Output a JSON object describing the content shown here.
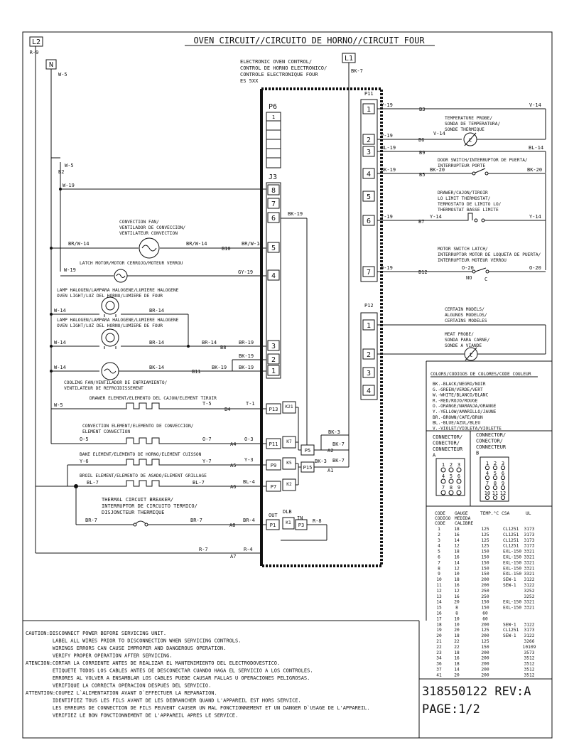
{
  "title": "OVEN CIRCUIT//CIRCUITO DE HORNO//CIRCUIT FOUR",
  "lines": {
    "l2": "L2",
    "l1": "L1",
    "n": "N",
    "r9": "R-9",
    "w5": "W-5",
    "bk7": "BK-7"
  },
  "control": {
    "label": [
      "ELECTRONIC OVEN CONTROL/",
      "CONTROL DE HORNO ELECTRONICO/",
      "CONTROLE ELECTRONIQUE FOUR",
      "ES 5XX"
    ],
    "p6": "P6",
    "j3": "J3",
    "p11": "P11",
    "p12": "P12",
    "p6_pin": "1",
    "j3_pins": [
      "8",
      "7",
      "6",
      "5",
      "4",
      "3",
      "2",
      "1"
    ],
    "p11_pins": [
      "1",
      "2",
      "3",
      "4",
      "5",
      "6",
      "7"
    ],
    "p12_pins": [
      "1",
      "2",
      "3",
      "4"
    ]
  },
  "components": {
    "conv_fan": [
      "CONVECTION FAN/",
      "VENTILADOR DE CONVECCION/",
      "VENTILATEUR CONVECTION"
    ],
    "latch": "LATCH MOTOR/MOTOR CERROJO/MOTEUR VERROU",
    "lamp1": [
      "LAMP HALOGEN/LAMPARA HALOGENE/LUMIERE HALOGENE",
      "OVEN LIGHT/LUZ DEL HORNO/LUMIERE DE FOUR"
    ],
    "lamp2": [
      "LAMP HALOGEN/LAMPARA HALOGENE/LUMIERE HALOGENE",
      "OVEN LIGHT/LUZ DEL HORNO/LUMIERE DE FOUR"
    ],
    "cool_fan": [
      "COOLING FAN/VENTILADOR DE ENFRIAMIENTO/",
      "VENTILATEUR DE REFROIDISSEMENT"
    ],
    "drawer": "DRAWER ELEMENT/ELEMENTO DEL CAJON/ELEMENT TIROIR",
    "conv_el": [
      "CONVECTION ELEMENT/ELEMENTO DE CONVECCION/",
      "ELEMENT CONVECTION"
    ],
    "bake": "BAKE ELEMENT/ELEMENTO DE HORNO/ELEMENT CUISSON",
    "broil": "BROIL ELEMENT/ELEMENTO DE ASADO/ELEMENT GRILLAGE",
    "tcb": [
      "THERMAL CIRCUIT BREAKER/",
      "INTERRUPTOR DE CIRCUITO TERMICO/",
      "DISJONCTEUR THERMIQUE"
    ],
    "probe": [
      "TEMPERATURE PROBE/",
      "SONDA DE TEMPERATURA/",
      "SONDE THERMIQUE"
    ],
    "door": [
      "DOOR SWITCH/INTERRUPTOR DE PUERTA/",
      "INTERRUPTEUR PORTE"
    ],
    "dthermo": [
      "DRAWER/CAJON/TIROIR",
      "LO LIMIT THERMOSTAT/",
      "TERMOSTATO DE LIMITO LO/",
      "THERMOSTAT BASSE LIMITE"
    ],
    "msl": [
      "MOTOR SWITCH LATCH/",
      "INTERRUPTOR MOTOR DE LOQUETA DE PUERTA/",
      "INTERRUPTEUR MOTEUR VERROU"
    ],
    "certain": [
      "CERTAIN MODELS/",
      "ALGUNOS MODELOS/",
      "CERTAINS MODELES"
    ],
    "meat": [
      "MEAT PROBE/",
      "SONDA PARA CARNE/",
      "SONDE A VIANDE"
    ],
    "t_symbol": "t",
    "no": "NO",
    "c": "C",
    "out": "OUT",
    "dlb": "DLB",
    "in": "IN"
  },
  "wires": {
    "w14": "W-14",
    "w19": "W-19",
    "w5": "W-5",
    "brw14": "BR/W-14",
    "gy19": "GY-19",
    "br14": "BR-14",
    "br19": "BR-19",
    "bk14": "BK-14",
    "bk19": "BK-19",
    "t5": "T-5",
    "t1": "T-1",
    "o5": "O-5",
    "o7": "O-7",
    "o3": "O-3",
    "y6": "Y-6",
    "y7": "Y-7",
    "y3": "Y-3",
    "bl7": "BL-7",
    "bl4": "BL-4",
    "br7": "BR-7",
    "br4": "BR-4",
    "r8": "R-8",
    "r7": "R-7",
    "r4": "R-4",
    "bk3": "BK-3",
    "bk7": "BK-7",
    "v19": "V-19",
    "v14": "V-14",
    "bl19": "BL-19",
    "bl14": "BL-14",
    "bk20": "BK-20",
    "y14": "Y-14",
    "y19": "Y-19",
    "o19": "O-19",
    "o20": "O-20"
  },
  "nodes": {
    "b2": "B2",
    "b3": "B3",
    "b4": "B4",
    "b5": "B5",
    "b6": "B6",
    "b7": "B7",
    "b8": "B8",
    "b9": "B9",
    "b10": "B10",
    "b11": "B11",
    "b12": "B12",
    "a1": "A1",
    "a2": "A2",
    "a4": "A4",
    "a5": "A5",
    "a6": "A6",
    "a7": "A7",
    "a8": "A8",
    "p13": "P13",
    "p11r": "P11",
    "p9": "P9",
    "p7": "P7",
    "p5": "P5",
    "p15": "P15",
    "p1": "P1",
    "p3": "P3",
    "k21": "K21",
    "k7": "K7",
    "k5": "K5",
    "k2": "K2",
    "k1": "K1"
  },
  "colors": {
    "header": "COLORS/CODIGOS DE COLORES/CODE COULEUR",
    "items": [
      "BK.-BLACK/NEGRO/NOIR",
      "G.-GREEN/VERDE/VERT",
      "W.-WHITE/BLANCO/BLANC",
      "R.-RED/ROJO/ROUGE",
      "O.-ORANGE/NARANJA/ORANGE",
      "Y.-YELLOW/AMARILLO/JAUNE",
      "BR.-BROWN/CAFE/BRUN",
      "BL.-BLUE/AZUL/BLEU",
      "V.-VIOLET/VIOLETA/VIOLETTE"
    ]
  },
  "connectors": {
    "a_label": [
      "CONNECTOR/",
      "CONECTOR/",
      "CONNECTEUR",
      "A"
    ],
    "b_label": [
      "CONNECTOR/",
      "CONECTOR/",
      "CONNECTEUR",
      "B"
    ],
    "a_pins": [
      "1",
      "2",
      "3",
      "4",
      "5",
      "6",
      "7",
      "8",
      "9"
    ],
    "b_pins": [
      "1",
      "2",
      "3",
      "4",
      "5",
      "6",
      "7",
      "8",
      "9",
      "10",
      "11",
      "12"
    ]
  },
  "gauge": {
    "headers": [
      "CODE",
      "GAUGE",
      "TEMP.°C",
      "CSA",
      "UL"
    ],
    "headers2": [
      "CODIGO",
      "MEDIDA"
    ],
    "headers3": [
      "CODE",
      "CALIBRE"
    ],
    "rows": [
      [
        "1",
        "18",
        "125",
        "CL1251",
        "3173"
      ],
      [
        "2",
        "16",
        "125",
        "CL1251",
        "3173"
      ],
      [
        "3",
        "14",
        "125",
        "CL1251",
        "3173"
      ],
      [
        "4",
        "12",
        "125",
        "CL1251",
        "3173"
      ],
      [
        "5",
        "18",
        "150",
        "EXL-150",
        "3321"
      ],
      [
        "6",
        "16",
        "150",
        "EXL-150",
        "3321"
      ],
      [
        "7",
        "14",
        "150",
        "EXL-150",
        "3321"
      ],
      [
        "8",
        "12",
        "150",
        "EXL-150",
        "3321"
      ],
      [
        "9",
        "10",
        "150",
        "EXL-150",
        "3321"
      ],
      [
        "10",
        "18",
        "200",
        "SEW-1",
        "3122"
      ],
      [
        "11",
        "16",
        "200",
        "SEW-1",
        "3122"
      ],
      [
        "12",
        "12",
        "250",
        "",
        "3252"
      ],
      [
        "13",
        "16",
        "250",
        "",
        "3252"
      ],
      [
        "14",
        "20",
        "150",
        "EXL-150",
        "3321"
      ],
      [
        "15",
        "8",
        "150",
        "EXL-150",
        "3321"
      ],
      [
        "16",
        "8",
        "60",
        "",
        ""
      ],
      [
        "17",
        "10",
        "60",
        "",
        ""
      ],
      [
        "18",
        "10",
        "200",
        "SEW-1",
        "3122"
      ],
      [
        "19",
        "20",
        "125",
        "CL1251",
        "3173"
      ],
      [
        "20",
        "18",
        "200",
        "SEW-1",
        "3122"
      ],
      [
        "21",
        "22",
        "125",
        "",
        "3266"
      ],
      [
        "22",
        "22",
        "150",
        "",
        "10109"
      ],
      [
        "23",
        "18",
        "200",
        "",
        "3573"
      ],
      [
        "34",
        "16",
        "200",
        "",
        "3512"
      ],
      [
        "36",
        "18",
        "200",
        "",
        "3512"
      ],
      [
        "37",
        "14",
        "200",
        "",
        "3512"
      ],
      [
        "41",
        "20",
        "200",
        "",
        "3512"
      ]
    ]
  },
  "caution": [
    "CAUTION:DISCONNECT POWER BEFORE SERVICING UNIT.",
    "         LABEL ALL WIRES PRIOR TO DISCONNECTION WHEN SERVICING CONTROLS.",
    "         WIRINGS ERRORS CAN CAUSE IMPROPER AND DANGEROUS OPERATION.",
    "         VERIFY PROPER OPERATION AFTER SERVICING.",
    "ATENCION:CORTAR LA CORRIENTE ANTES DE REALIZAR EL MANTENIMIENTO DEL ELECTRODOVESTICO.",
    "         ETIQUETE TODOS LOS CABLES ANTES DE DESCONECTAR CUANDO HAGA EL SERVICIO A LOS CONTROLES.",
    "         ERRORES AL VOLVER A ENSAMBLAR LOS CABLES PUEDE CAUSAR FALLAS U OPERACIONES PELIGROSAS.",
    "         VERIFIQUE LA CORRECTA OPERACION DESPUES DEL SERVICIO.",
    "ATTENTION:COUPEZ L`ALIMENTATION AVANT D`EFFECTUER LA REPARATION.",
    "         IDENTIFIEZ TOUS LES FILS AVANT DE LES DEBRANCHER QUAND L'APPAREIL EST HORS SERVICE.",
    "         LES ERREURS DE CONNECTION DE FILS PEUVENT CAUSER UN MAL FONCTIONNEMENT ET UN DANGER D`USAGE DE L'APPAREIL.",
    "         VERIFIEZ LE BON FONCTIONNEMENT DE L'APPAREIL APRES LE SERVICE."
  ],
  "part_number": "318550122 REV:A",
  "page": "PAGE:1/2"
}
